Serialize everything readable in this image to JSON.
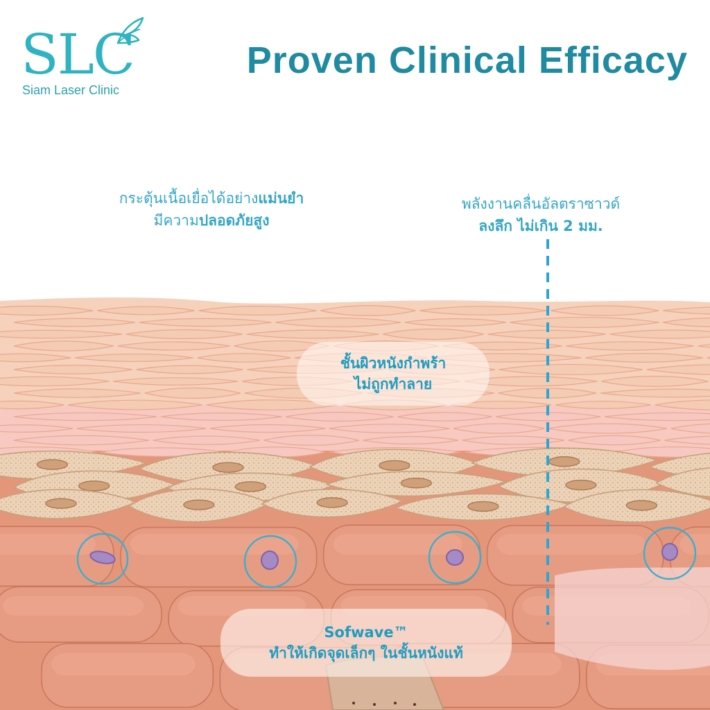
{
  "brand": {
    "logo_text": "SLC",
    "logo_subtitle": "Siam Laser Clinic",
    "primary_color": "#2fb3c2",
    "title_color": "#1f8aa0",
    "accent_color": "#34a6c6"
  },
  "header": {
    "title": "Proven Clinical Efficacy"
  },
  "captions": {
    "left": {
      "line1_normal": "กระตุ้นเนื้อเยื่อได้อย่าง",
      "line1_bold": "แม่นยำ",
      "line2_normal": "มีความ",
      "line2_bold": "ปลอดภัยสูง"
    },
    "right": {
      "line1": "พลังงานคลื่นอัลตราซาวด์",
      "line2_bold": "ลงลึก ไม่เกิน 2 มม."
    }
  },
  "labels": {
    "epidermis_line1": "ชั้นผิวหนังกำพร้า",
    "epidermis_line2": "ไม่ถูกทำลาย",
    "sofwave_line1": "Sofwave™",
    "sofwave_line2": "ทำให้เกิดจุดเล็กๆ ในชั้นหนังแท้"
  },
  "icons": {
    "logo_mark": "butterfly-icon",
    "ultrasound_marker": "dashed-depth-line",
    "treated_cell": "target-circle-icon"
  },
  "colors": {
    "skin_top": "#f4cbb3",
    "skin_stroke": "#e8a98d",
    "fibro_fill": "#ecd3b8",
    "fibro_stroke": "#c7a07b",
    "dermis_fill": "#e69c82",
    "cell_nucleus": "#a58ac6",
    "target_ring": "#3aaed0"
  },
  "treated_cells_count_shown": 4
}
